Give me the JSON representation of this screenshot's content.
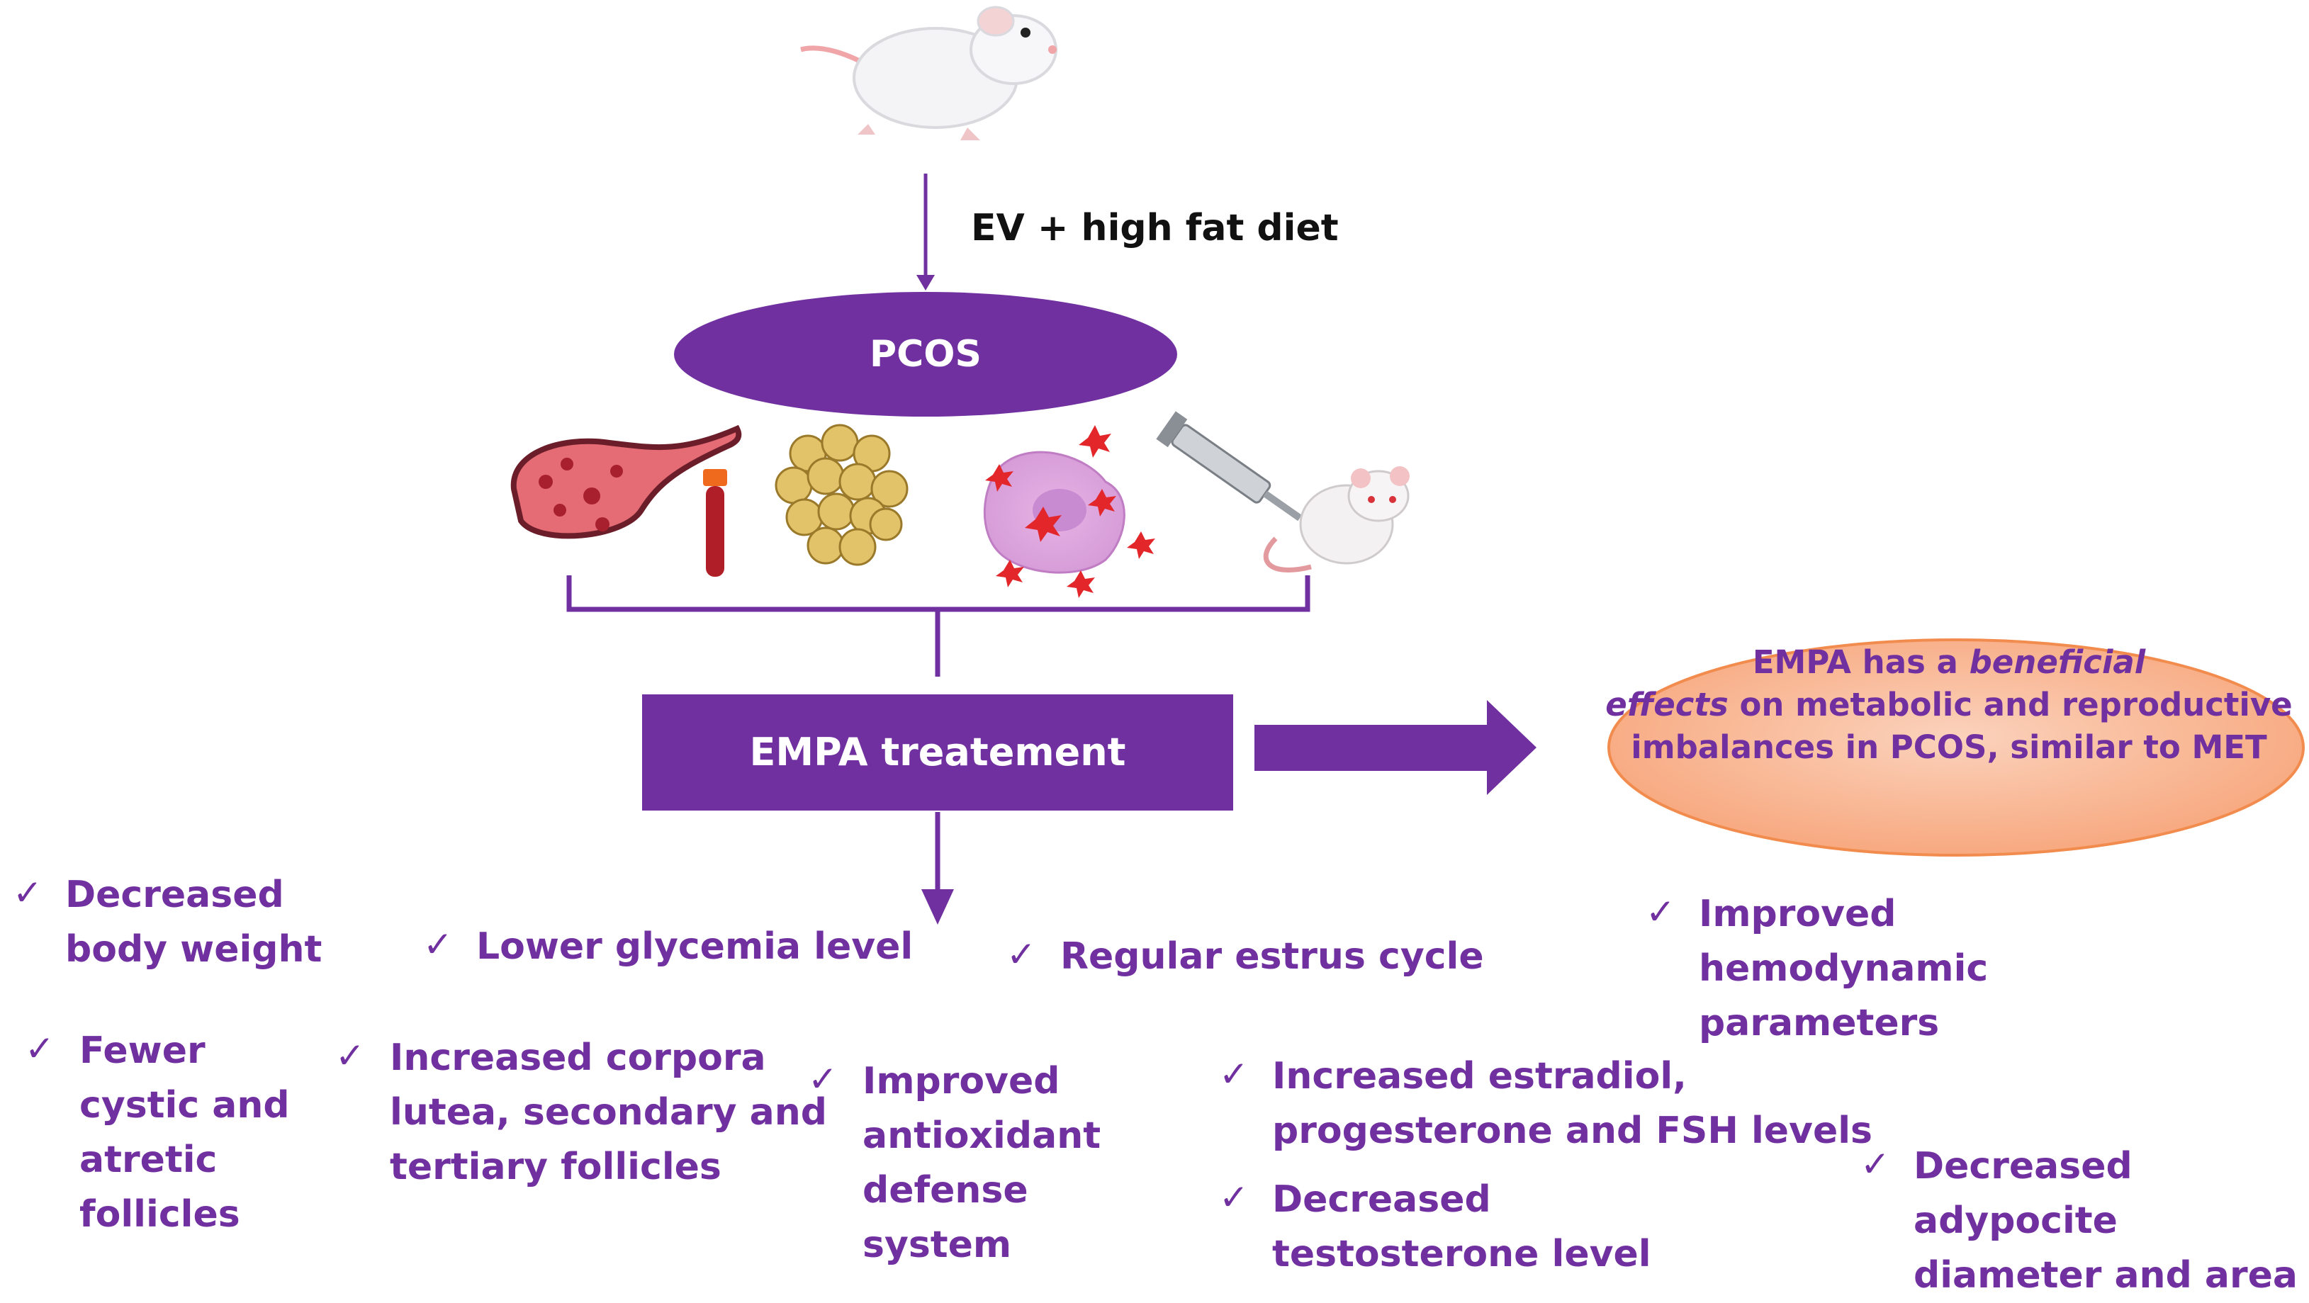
{
  "diagram": {
    "diet_label": "EV + high fat diet",
    "pcos_label": "PCOS",
    "treatment_label": "EMPA treatement",
    "conclusion": {
      "part1": "EMPA has a ",
      "italic1": "beneficial",
      "italic2": "effects",
      "part2": " on metabolic and reproductive imbalances in PCOS, similar to MET"
    },
    "outcomes": [
      "Decreased\nbody weight",
      "Lower glycemia level",
      "Regular estrus cycle",
      "Improved\nhemodynamic\nparameters",
      "Fewer\ncystic and\natretic\nfollicles",
      "Increased corpora\nlutea, secondary and\ntertiary follicles",
      "Improved\nantioxidant\ndefense\nsystem",
      "Increased estradiol,\nprogesterone and FSH levels",
      "Decreased\ntestosterone level",
      "Decreased adypocite\ndiameter and area"
    ],
    "check_mark": "✓",
    "icons": [
      "rat-icon",
      "ovary-icon",
      "blood-tube-icon",
      "adipocytes-icon",
      "oxidative-stress-cell-icon",
      "syringe-icon",
      "rat-injection-icon"
    ],
    "colors": {
      "purple": "#7030A0",
      "orange_fill": "#F8B08A",
      "orange_stroke": "#F28C4E"
    }
  }
}
